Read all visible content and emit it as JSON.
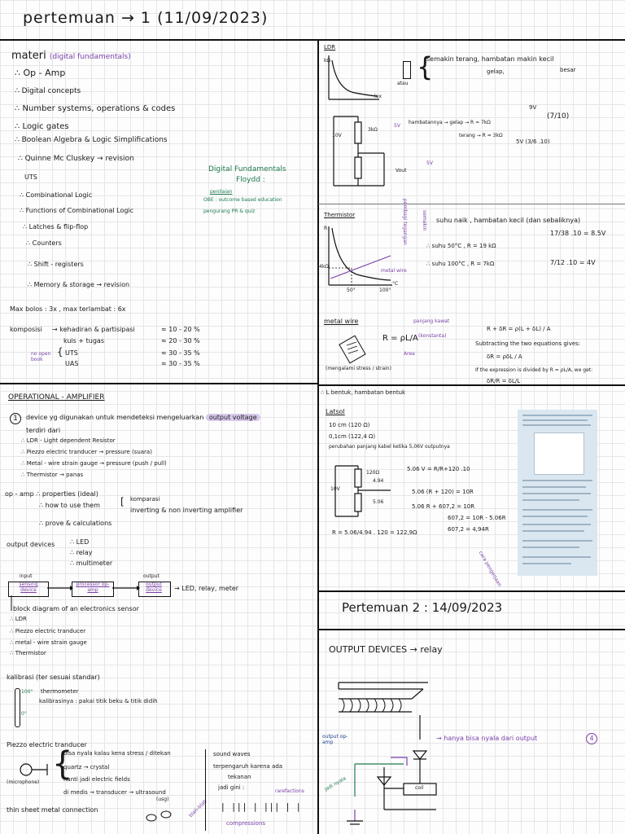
{
  "header": {
    "title": "pertemuan → 1 (11/09/2023)"
  },
  "materi": {
    "title": "materi",
    "subtitle": "(digital fundamentals)",
    "items": [
      "Op - Amp",
      "Digital concepts",
      "Number systems, operations & codes",
      "Logic gates",
      "Boolean Algebra & Logic Simplifications",
      "Quinne Mc Cluskey → revision"
    ],
    "uts": "UTS",
    "items2": [
      "Combinational Logic",
      "Functions of Combinational Logic",
      "Latches & flip-flop",
      "Counters",
      "Shift - registers",
      "Memory & storage → revision"
    ],
    "book_title": "Digital Fundamentals",
    "book_author": "Floydd :",
    "book_note1": "penilaian",
    "book_note2": "OBE : outcome based education",
    "book_note3": "pengurang PR & quiz",
    "bolos": "Max bolos : 3x , max terlambat : 6x",
    "komposisi_label": "komposisi",
    "komposisi": [
      {
        "item": "→ kehadiran & partisipasi",
        "val": "≈ 10 - 20 %"
      },
      {
        "item": "kuis + tugas",
        "val": "≈ 20 - 30 %"
      },
      {
        "item": "UTS",
        "val": "≈ 30 - 35 %"
      },
      {
        "item": "UAS",
        "val": "≈ 30 - 35 %"
      }
    ],
    "open_book": "no open book"
  },
  "opamp": {
    "title": "OPERATIONAL - AMPLIFIER",
    "num": "1",
    "def1": "device yg digunakan untuk mendeteksi mengeluarkan",
    "def_hl": "output voltage",
    "def2": "terdiri dari",
    "devices": [
      "LDR - Light dependent Resistor",
      "Piezzo electric tranducer → pressure (suara)",
      "Metal - wire strain gauge → pressure (push / pull)",
      "Thermistor → panas"
    ],
    "props": "op - amp ∴ properties (ideal)",
    "howto": "∴ how to use them",
    "comparasi": "komparasi",
    "inverting": "inverting & non inverting amplifier",
    "prove": "∴ prove & calculations",
    "output_label": "output devices",
    "outputs": [
      "LED",
      "relay",
      "multimeter"
    ],
    "block_input": "input",
    "block_sensing": "sensing device",
    "block_processor": "processor op-amp",
    "block_output_label": "output",
    "block_output": "output device",
    "block_result": "→ LED, relay, meter",
    "block_caption": "block diagram of an electronics sensor",
    "sensors": [
      "LDR",
      "Piezzo electric tranducer",
      "metal - wire strain gauge",
      "Thermistor"
    ],
    "kalibrasi": "kalibrasi (ter sesuai standar)",
    "therm_label": "thermometer",
    "therm_100": "100°",
    "therm_0": "0°",
    "kalibrasi_note": "kalibrasinya : pakai titik beku & titik didih",
    "piezzo_title": "Piezzo electric tranducer",
    "piezzo1": "bisa nyala kalau kena stress / ditekan",
    "piezzo2": "quartz → crystal",
    "piezzo3": "nanti jadi electric fields",
    "piezzo4": "di medis → transducer → ultrasound",
    "piezzo5": "(usg)",
    "microphone": "(microphone)",
    "thin_sheet": "thin sheet metal connection",
    "sound1": "sound waves",
    "sound2": "terpengaruh karena ada",
    "sound3": "tekanan",
    "sound4": "jadi gini :",
    "rarefactions": "rarefactions",
    "compressions": "compressions",
    "blah": "blah-blah"
  },
  "ldr": {
    "title": "LDR",
    "axis_r": "kΩ",
    "axis_x": "lux",
    "atau": "atau",
    "note1": "semakin terang, hambatan makin kecil",
    "note2": "gelap,",
    "note3": "besar",
    "calc1": "hambatannya → gelap → R = 7kΩ",
    "calc1b": "9V",
    "calc2": "terang → R = 3kΩ",
    "frac1": "(7/10)",
    "frac2": "5V (3/6 .10)",
    "r_label": "3kΩ",
    "v_label": "10V",
    "vout": "Vout",
    "side1": "5V",
    "side2": "5V",
    "pembagi": "pembagi tegangan"
  },
  "thermistor": {
    "title": "Thermistor",
    "axis_r": "R",
    "axis_x": "°C",
    "tick1": "50°",
    "tick2": "100°",
    "y4": "4kΩ",
    "metal": "metal wire",
    "note1": "suhu naik , hambatan kecil (dan sebaliknya)",
    "calc1": "∴ suhu 50°C , R = 19 kΩ",
    "calc1b": "17/38 .10 = 8.5V",
    "calc2": "∴ suhu 100°C , R = 7kΩ",
    "calc2b": "7/12 .10 = 4V",
    "semakin": "semakin"
  },
  "metal": {
    "title": "metal wire",
    "formula": "R = ρL/A",
    "panjang": "panjang kawat",
    "konstanta": "(konstanta)",
    "area": "Area",
    "mengalami": "(mengalami stress / strain)",
    "text1": "R + δR = ρ(L + δL) / A",
    "text2": "Subtracting the two equations gives:",
    "text3": "δR = ρδL / A",
    "text4": "If the expression is divided by R = ρL/A, we get:",
    "text5": "δR/R = δL/L",
    "bentuk": "∴ L bentuk, hambatan bentuk"
  },
  "latsol": {
    "title": "Latsol",
    "l1": "10 cm (120 Ω)",
    "l2": "0,1cm (122,4 Ω)",
    "l3": "perubahan panjang kabel ketika 5,06V outputnya",
    "r1": "120Ω",
    "r2": "4.94",
    "v": "10V",
    "v2": "5.06",
    "eq1": "5.06 V = R/R+120 .10",
    "eq2": "5.06 (R + 120) = 10R",
    "eq3": "5.06 R + 607,2 = 10R",
    "eq4": "607,2 = 10R - 5.06R",
    "eq5": "607,2 = 4,94R",
    "eq6": "R = 5.06/4.94 . 120 = 122,9Ω",
    "cara": "cara pengerjaan"
  },
  "pertemuan2": {
    "title": "Pertemuan 2 : 14/09/2023"
  },
  "relay": {
    "title": "OUTPUT DEVICES → relay",
    "output": "output op-amp",
    "note": "→ hanya bisa nyala dari output",
    "num": "4",
    "nyala": "jadi nyala",
    "coil": "coil"
  }
}
